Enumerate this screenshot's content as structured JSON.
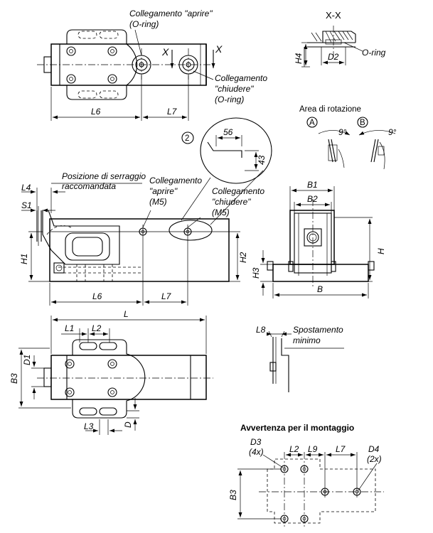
{
  "labels": {
    "connect_open": "Collegamento \"aprire\"",
    "oring_1": "(O-ring)",
    "connect_close": "Collegamento",
    "close_q": "\"chiudere\"",
    "oring_2": "(O-ring)",
    "section_mark": "X",
    "section_title": "X-X",
    "oring_3": "O-ring",
    "h4": "H4",
    "d2": "D2",
    "l6_top": "L6",
    "l7_top": "L7",
    "rotation_area": "Area di rotazione",
    "circle_a": "A",
    "circle_b": "B",
    "angle_a": "9°",
    "angle_b": "9°",
    "detail_num": "2",
    "dim_56": "56",
    "dim_43": "43",
    "clamp_pos_1": "Posizione di serraggio",
    "clamp_pos_2": "raccomandata",
    "connect_open_m5_1": "Collegamento",
    "connect_open_m5_2": "\"aprire\"",
    "m5_1": "(M5)",
    "connect_close_m5_1": "Collegamento",
    "connect_close_m5_2": "\"chiudere\"",
    "m5_2": "(M5)",
    "l4": "L4",
    "s1": "S1",
    "h1": "H1",
    "h2": "H2",
    "l6_mid": "L6",
    "l7_mid": "L7",
    "b1": "B1",
    "b2": "B2",
    "h": "H",
    "h3": "H3",
    "b": "B",
    "l": "L",
    "l1": "L1",
    "l2": "L2",
    "d1": "D1",
    "b3": "B3",
    "l3": "L3",
    "d": "D",
    "l8": "L8",
    "min_move_1": "Spostamento",
    "min_move_2": "minimo",
    "mount_title": "Avvertenza per il montaggio",
    "d3": "D3",
    "d3_count": "(4x)",
    "l2_m": "L2",
    "l9": "L9",
    "l7_m": "L7",
    "d4": "D4",
    "d4_count": "(2x)",
    "b3_m": "B3"
  }
}
